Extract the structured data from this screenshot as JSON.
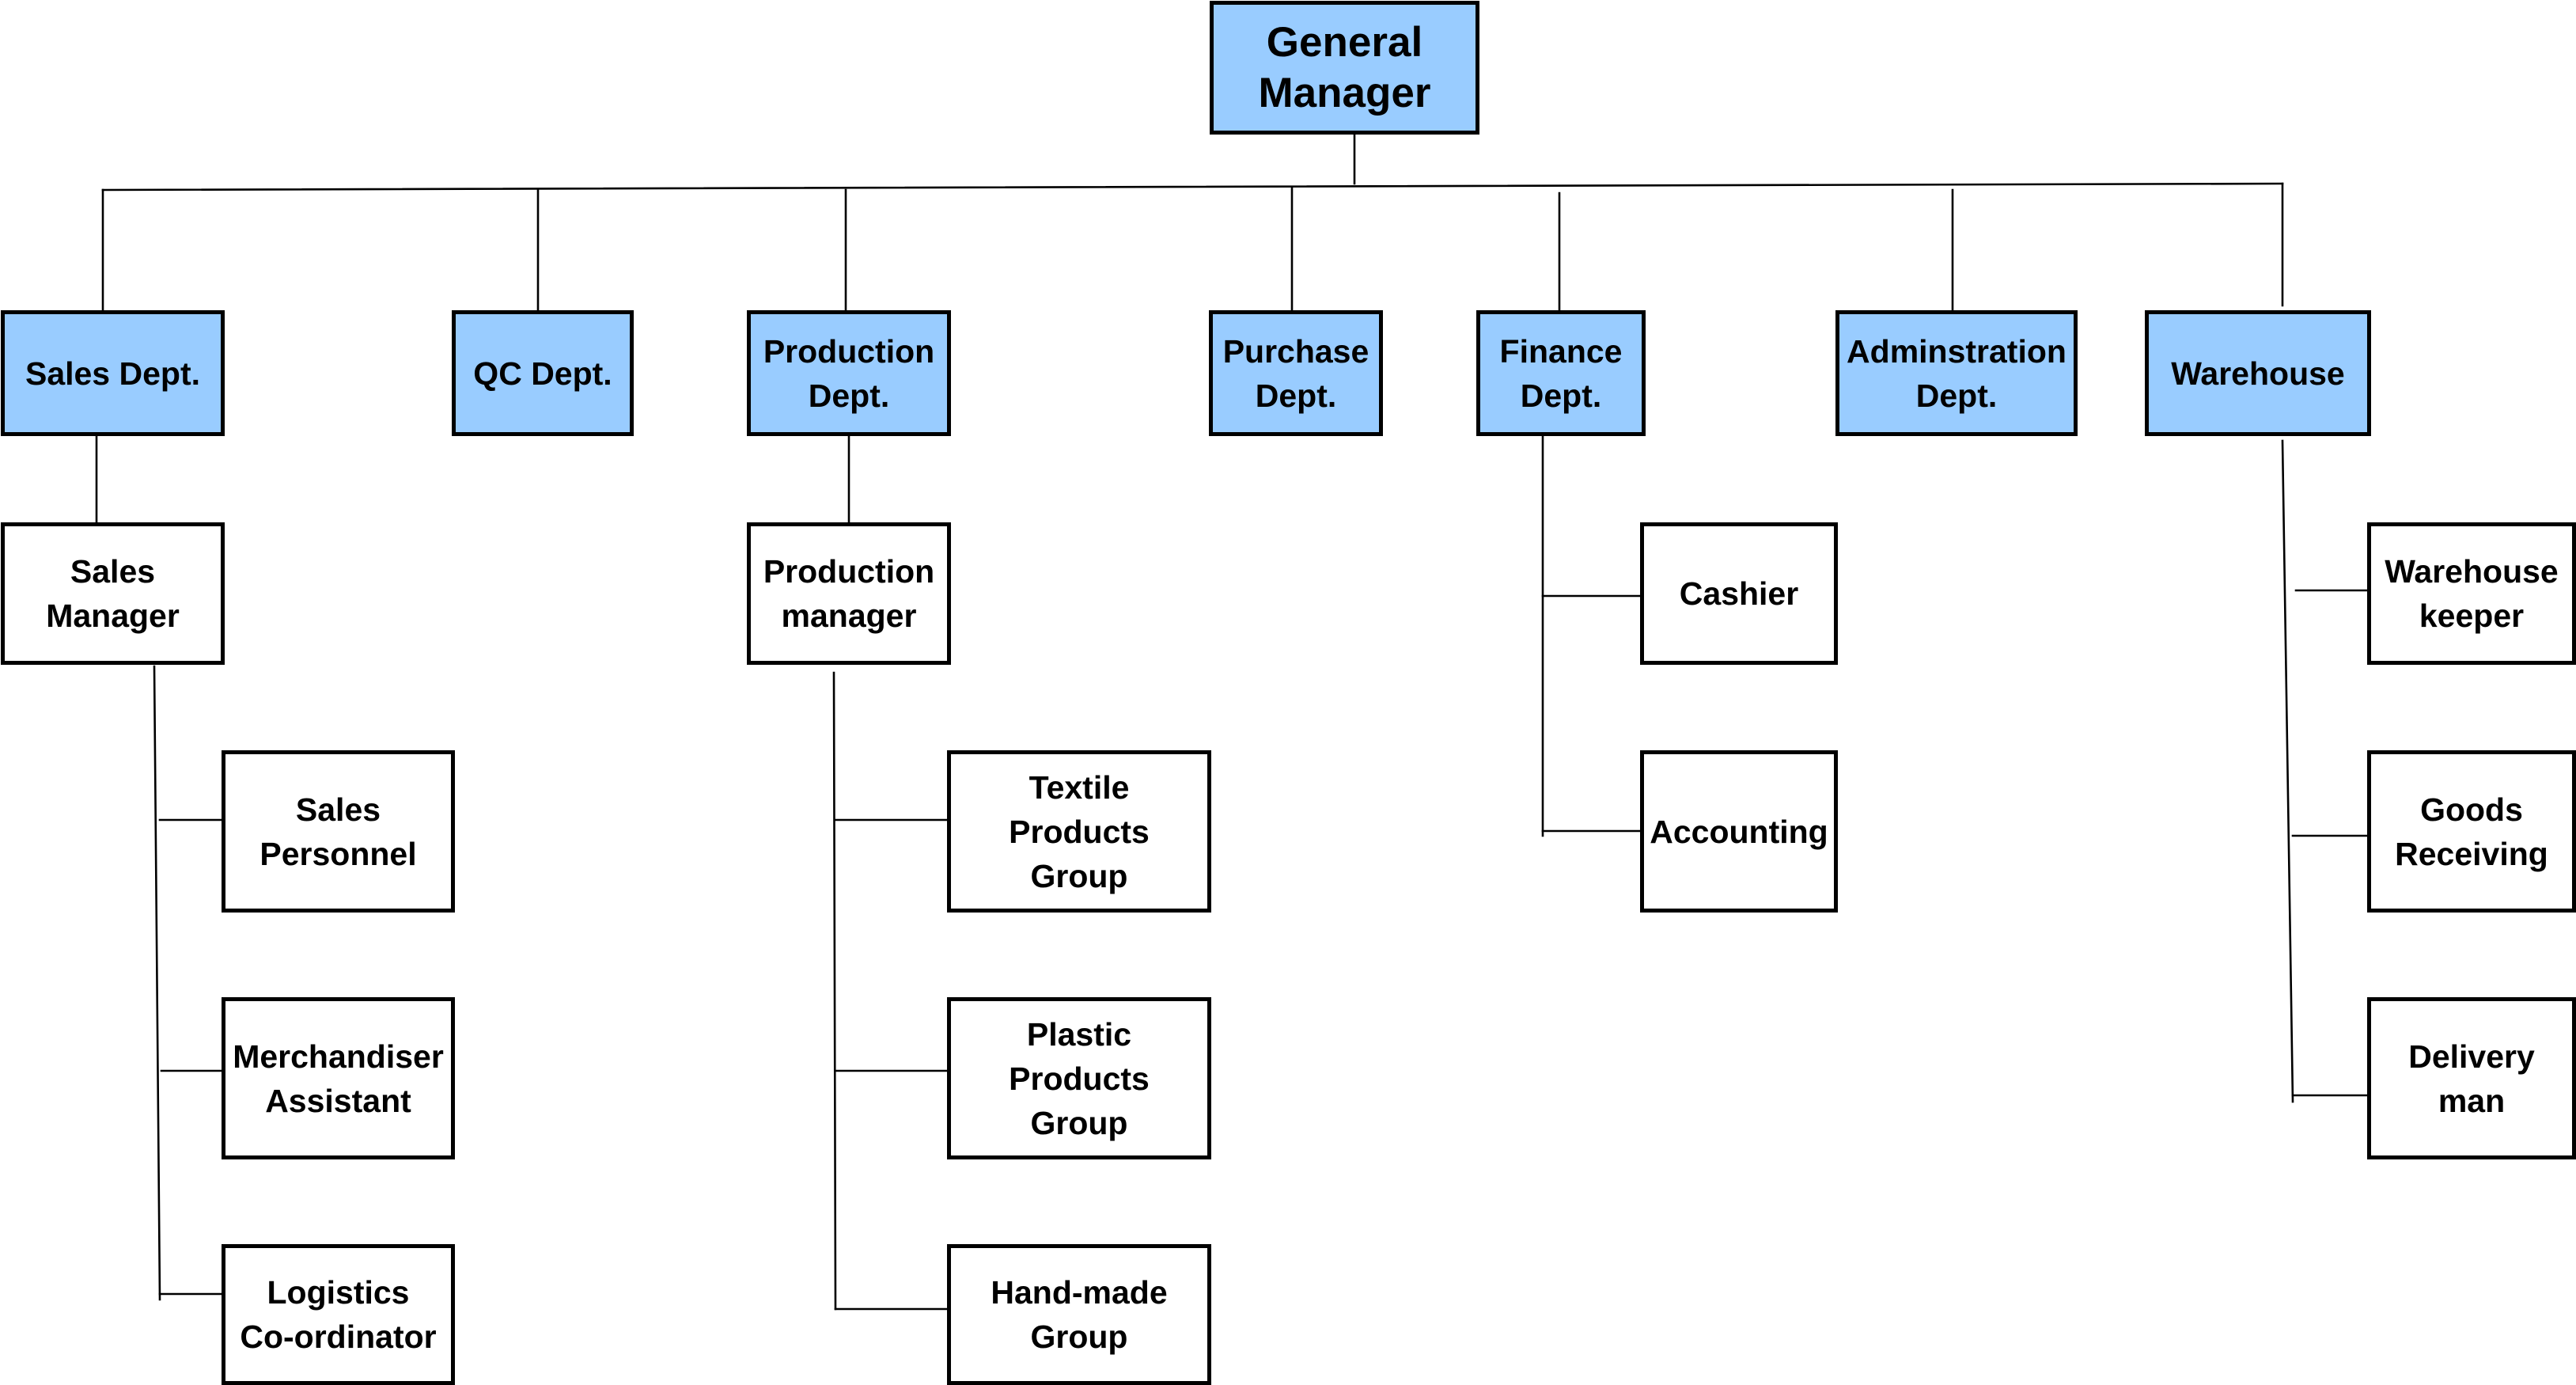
{
  "colors": {
    "header_fill": "#99ccff",
    "box_fill": "#ffffff",
    "line": "#000000"
  },
  "general_manager": "General\nManager",
  "departments": {
    "sales": "Sales Dept.",
    "qc": "QC Dept.",
    "production": "Production\nDept.",
    "purchase": "Purchase\nDept.",
    "finance": "Finance\nDept.",
    "administration": "Adminstration\nDept.",
    "warehouse": "Warehouse"
  },
  "sales": {
    "manager": "Sales\nManager",
    "staff": [
      "Sales\nPersonnel",
      "Merchandiser\nAssistant",
      "Logistics\nCo-ordinator"
    ]
  },
  "production": {
    "manager": "Production\nmanager",
    "groups": [
      "Textile\nProducts Group",
      "Plastic\nProducts Group",
      "Hand-made\nGroup"
    ]
  },
  "finance": {
    "units": [
      "Cashier",
      "Accounting"
    ]
  },
  "warehouse": {
    "staff": [
      "Warehouse\nkeeper",
      "Goods\nReceiving",
      "Delivery\nman"
    ]
  }
}
